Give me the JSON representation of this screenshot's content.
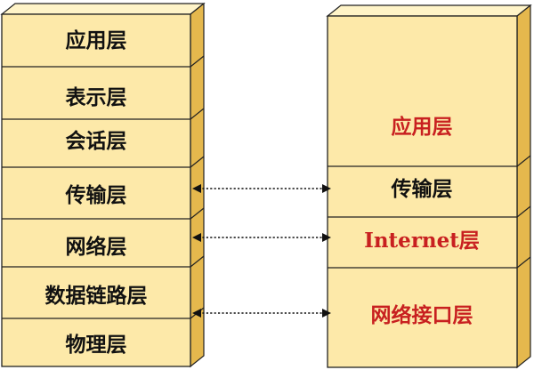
{
  "diagram": {
    "left_stack": {
      "layers": [
        {
          "label": "应用层"
        },
        {
          "label": "表示层"
        },
        {
          "label": "会话层"
        },
        {
          "label": "传输层"
        },
        {
          "label": "网络层"
        },
        {
          "label": "数据链路层"
        },
        {
          "label": "物理层"
        }
      ]
    },
    "right_stack": {
      "layers": [
        {
          "label": "应用层",
          "color": "#c82020"
        },
        {
          "label": "传输层",
          "color": "#111111"
        },
        {
          "label": "Internet层",
          "color": "#c82020"
        },
        {
          "label": "网络接口层",
          "color": "#c82020"
        }
      ]
    },
    "connectors": [
      {
        "from": "传输层",
        "to": "传输层"
      },
      {
        "from": "网络层",
        "to": "Internet层"
      },
      {
        "from": "数据链路层",
        "to": "网络接口层"
      }
    ],
    "colors": {
      "box_fill": "#fde9a9",
      "box_top": "#fff4c8",
      "box_side": "#e5b84d",
      "red_text": "#c82020",
      "black_text": "#111111"
    }
  }
}
